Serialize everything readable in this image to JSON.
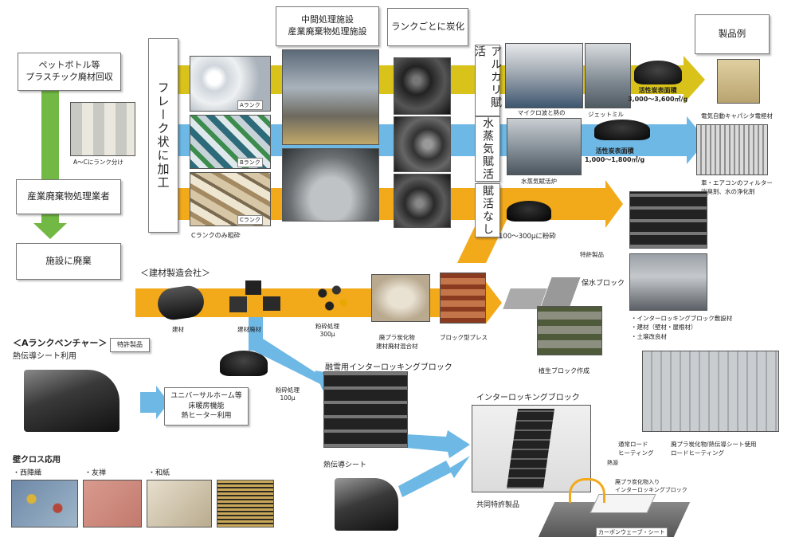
{
  "boxes": {
    "petbottle": "ペットボトル等\nプラスチック廃材回収",
    "disposer": "産業廃棄物処理業者",
    "disposal": "施設に廃棄",
    "flake": "フレーク状に加工",
    "midfacility": "中間処理施設\n産業廃棄物処理施設",
    "carbonize": "ランクごとに炭化",
    "products": "製品例",
    "alkali": "アルカリ賦活",
    "steam": "水蒸気賦活",
    "noactivation": "賦活なし"
  },
  "rank_labels": {
    "a": "Aランク",
    "b": "Bランク",
    "c": "Cランク",
    "sort": "A～Cにランク分け",
    "c_only": "Cランクのみ粗砕"
  },
  "captions": {
    "microwave": "マイクロ波と熱の\nハイブリッド炭化炉",
    "jetmill": "ジェットミル",
    "activated_area_1": "活性炭表面積\n3,000～3,600㎡/g",
    "steam_furnace": "水蒸気賦活炉",
    "activated_area_2": "活性炭表面積\n1,000～1,800㎡/g",
    "powder": "100～300μに粉砕",
    "capacitor": "電気自動キャパシタ電極材",
    "filter": "車・エアコンのフィルター\n消臭剤、水の浄化剤",
    "patent_product": "特許製品"
  },
  "building": {
    "heading": "＜建材製造会社＞",
    "material": "建材",
    "waste_material": "建材廃材",
    "crush": "粉砕処理\n300μ",
    "mixture": "廃プラ炭化物\n建材廃材混合材",
    "press": "ブロック型プレス",
    "water_block": "保水ブロック",
    "planting_block": "植生ブロック作成",
    "uses": "・インターロッキングブロック敷設材\n・建材（壁材・屋根材）\n・土壌改良材"
  },
  "venture": {
    "heading": "＜Aランクベンチャー＞",
    "sub": "熱伝導シート利用",
    "patent": "特許製品",
    "usage": "ユニバーサルホーム等\n床暖房機能\n熱ヒーター利用",
    "crush100": "粉砕処理\n100μ",
    "snow_block": "融雪用インターロッキングブロック",
    "thermal_sheet": "熱伝導シート",
    "interlocking": "インターロッキングブロック",
    "joint_patent": "共同特許製品",
    "road_normal": "通常ロード\nヒーティング",
    "road_sheet": "廃プラ炭化物/熱伝導シート使用\nロードヒーティング",
    "heat_src": "熱源",
    "block_note": "廃プラ炭化物入り\nインターロッキングブロック",
    "carbon_sheet": "カーボンウェーブ・シート"
  },
  "wall": {
    "heading": "壁クロス応用",
    "items": [
      "・西陣織",
      "・友禅",
      "・和紙"
    ]
  },
  "colors": {
    "yellow": "#d9c21a",
    "blue": "#6eb8e6",
    "orange": "#f2a91a",
    "green": "#72b844"
  }
}
